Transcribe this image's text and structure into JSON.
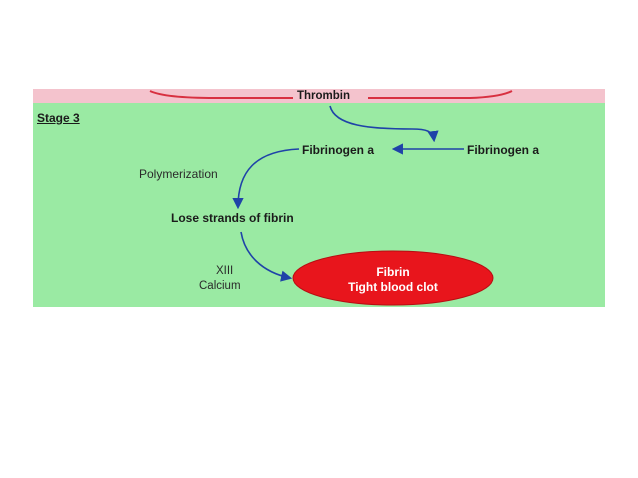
{
  "stage": {
    "label": "Stage 3"
  },
  "nodes": {
    "thrombin": "Thrombin",
    "fibrinogen_left": "Fibrinogen a",
    "fibrinogen_right": "Fibrinogen a",
    "strands": "Lose strands of fibrin",
    "clot_line1": "Fibrin",
    "clot_line2": "Tight blood clot"
  },
  "labels": {
    "polymerization": "Polymerization",
    "factor": "XIII",
    "calcium": "Calcium"
  },
  "colors": {
    "panel_green": "#9aeaa3",
    "band_pink": "#f4c3cd",
    "clot_red": "#e8151c",
    "arrow_blue": "#1f43a8"
  }
}
